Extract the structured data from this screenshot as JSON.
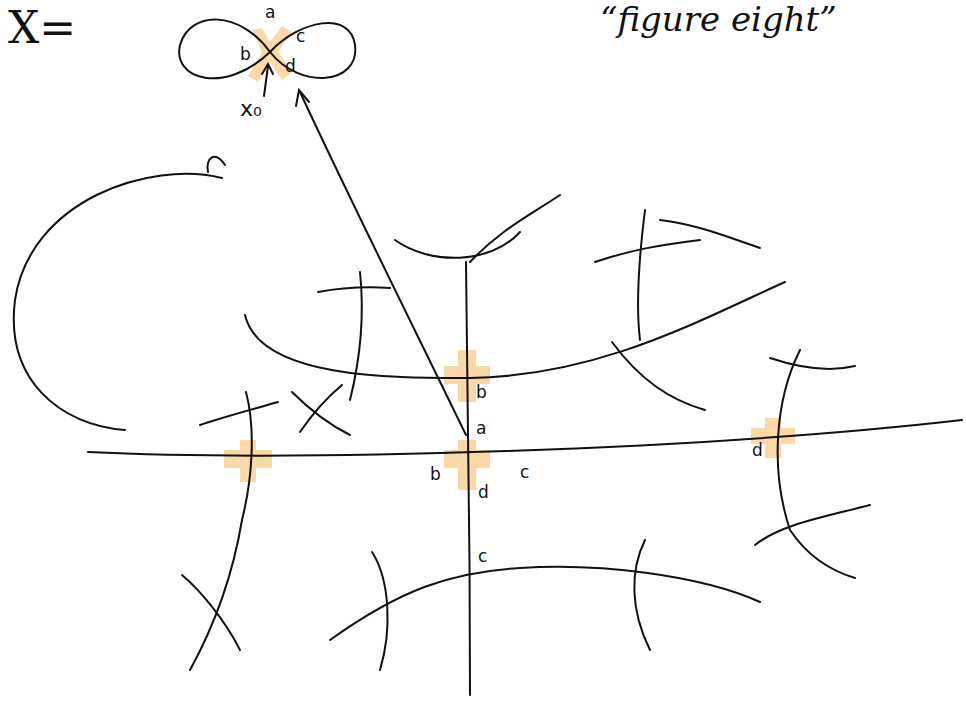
{
  "diagram": {
    "labels": [
      "X=",
      "“figure eight”",
      "a",
      "b",
      "c",
      "d",
      "x₀",
      "b",
      "a",
      "b",
      "c",
      "d",
      "d",
      "c"
    ]
  }
}
